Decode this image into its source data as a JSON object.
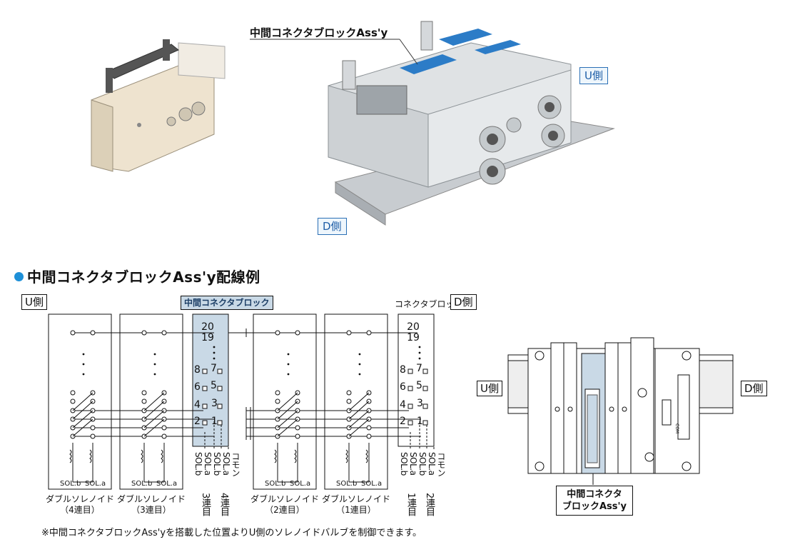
{
  "photo": {
    "callout": "中間コネクタブロックAss'y",
    "u_side": "U側",
    "d_side": "D側"
  },
  "section": {
    "heading": "中間コネクタブロックAss'y配線例"
  },
  "wiring": {
    "u_side": "U側",
    "d_side": "D側",
    "mid_block_label": "中間コネクタブロック",
    "end_block_label": "コネクタブロック",
    "pin_20_19": "20 19",
    "pin_8": "8",
    "pin_7": "7",
    "pin_6": "6",
    "pin_5": "5",
    "pin_4": "4",
    "pin_3": "3",
    "pin_2": "2",
    "pin_1": "1",
    "sol_b": "SOL.b",
    "sol_a": "SOL.a",
    "valves": [
      {
        "name": "ダブルソレノイド",
        "pos": "（4連目）"
      },
      {
        "name": "ダブルソレノイド",
        "pos": "（3連目）"
      },
      {
        "name": "ダブルソレノイド",
        "pos": "（2連目）"
      },
      {
        "name": "ダブルソレノイド",
        "pos": "（1連目）"
      }
    ],
    "mid_vlabels": [
      "SOL.b",
      "SOL.a",
      "SOL.b",
      "SOL.a",
      "コモン"
    ],
    "mid_vtail_left": "3連目",
    "mid_vtail_right": "4連目",
    "end_vlabels": [
      "SOL.b",
      "SOL.a",
      "SOL.b",
      "SOL.a",
      "コモン"
    ],
    "end_vtail_left": "1連目",
    "end_vtail_right": "2連目"
  },
  "top_view": {
    "u_side": "U側",
    "d_side": "D側",
    "callout_line1": "中間コネクタ",
    "callout_line2": "ブロックAss'y",
    "tiny_label": "COM"
  },
  "footnote": "※中間コネクタブロックAss'yを搭載した位置よりU側のソレノイドバルブを制御できます。"
}
